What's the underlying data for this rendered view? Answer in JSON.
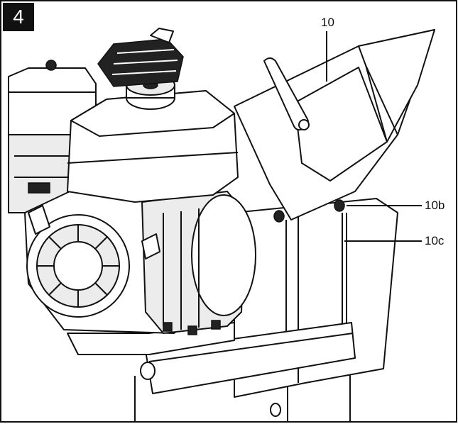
{
  "figure": {
    "number": "4",
    "callouts": {
      "hopper": "10",
      "bolt": "10b",
      "rod": "10c"
    }
  }
}
